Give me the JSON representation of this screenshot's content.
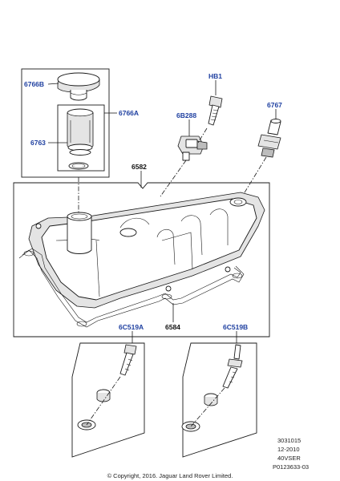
{
  "callouts": {
    "c6766B": "6766B",
    "c6766A": "6766A",
    "c6763": "6763",
    "cHB1": "HB1",
    "c6B288": "6B288",
    "c6767": "6767",
    "c6582": "6582",
    "c6C519A": "6C519A",
    "c6584": "6584",
    "c6C519B": "6C519B"
  },
  "meta": {
    "line1": "3031015",
    "line2": "12-2010",
    "line3": "40VSER",
    "line4": "P0123633-03"
  },
  "copyright": "© Copyright, 2016. Jaguar Land Rover Limited.",
  "colors": {
    "callout_link": "#1e3fa0",
    "callout_plain": "#111111",
    "line": "#1a1a1a"
  }
}
